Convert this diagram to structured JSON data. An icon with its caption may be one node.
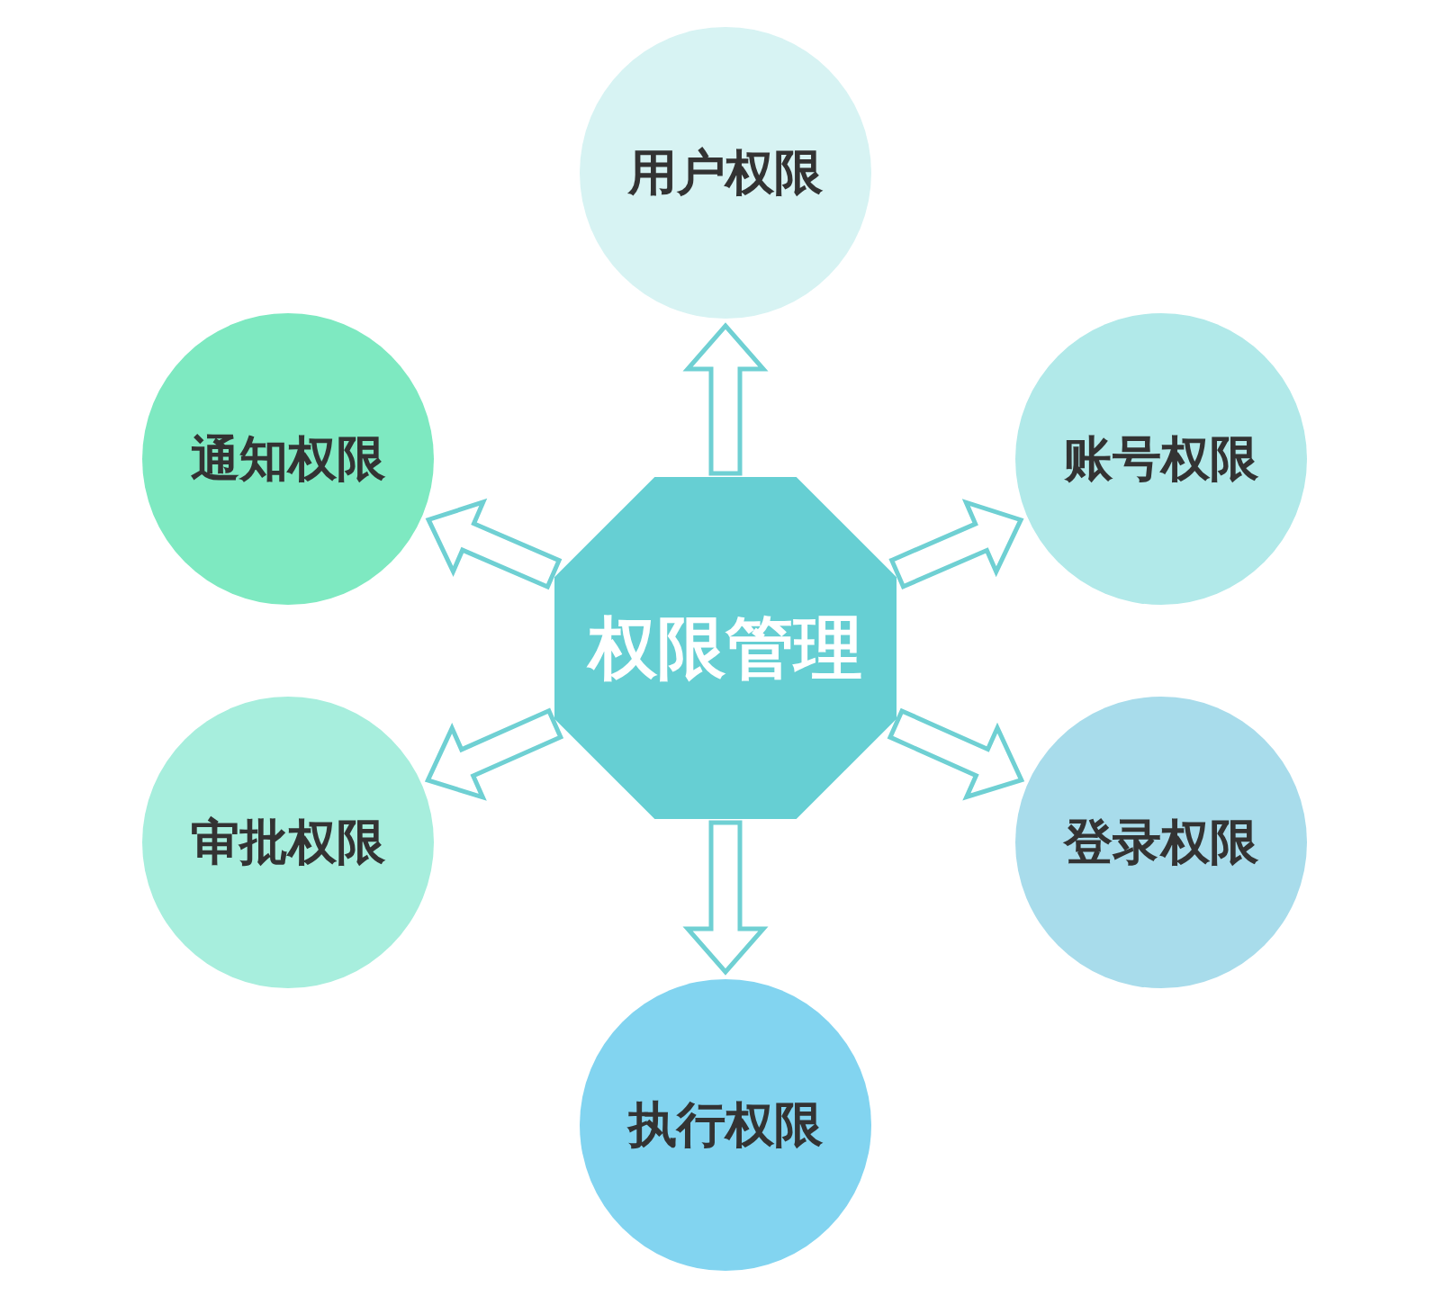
{
  "diagram": {
    "nodes": [
      {
        "text": [
          "权限管理"
        ]
      },
      {
        "text": [
          "用户权限"
        ]
      },
      {
        "text": [
          "通知权限"
        ]
      },
      {
        "text": [
          "账号权限"
        ]
      },
      {
        "text": [
          "审批权限"
        ]
      },
      {
        "text": [
          "登录权限"
        ]
      },
      {
        "text": [
          "执行权限"
        ]
      }
    ],
    "edges": [
      {
        "from": 0,
        "to": 1,
        "arrow": "to"
      },
      {
        "from": 0,
        "to": 2,
        "arrow": "to"
      },
      {
        "from": 0,
        "to": 3,
        "arrow": "to"
      },
      {
        "from": 0,
        "to": 4,
        "arrow": "to"
      },
      {
        "from": 0,
        "to": 5,
        "arrow": "to"
      },
      {
        "from": 0,
        "to": 6,
        "arrow": "to"
      }
    ]
  }
}
